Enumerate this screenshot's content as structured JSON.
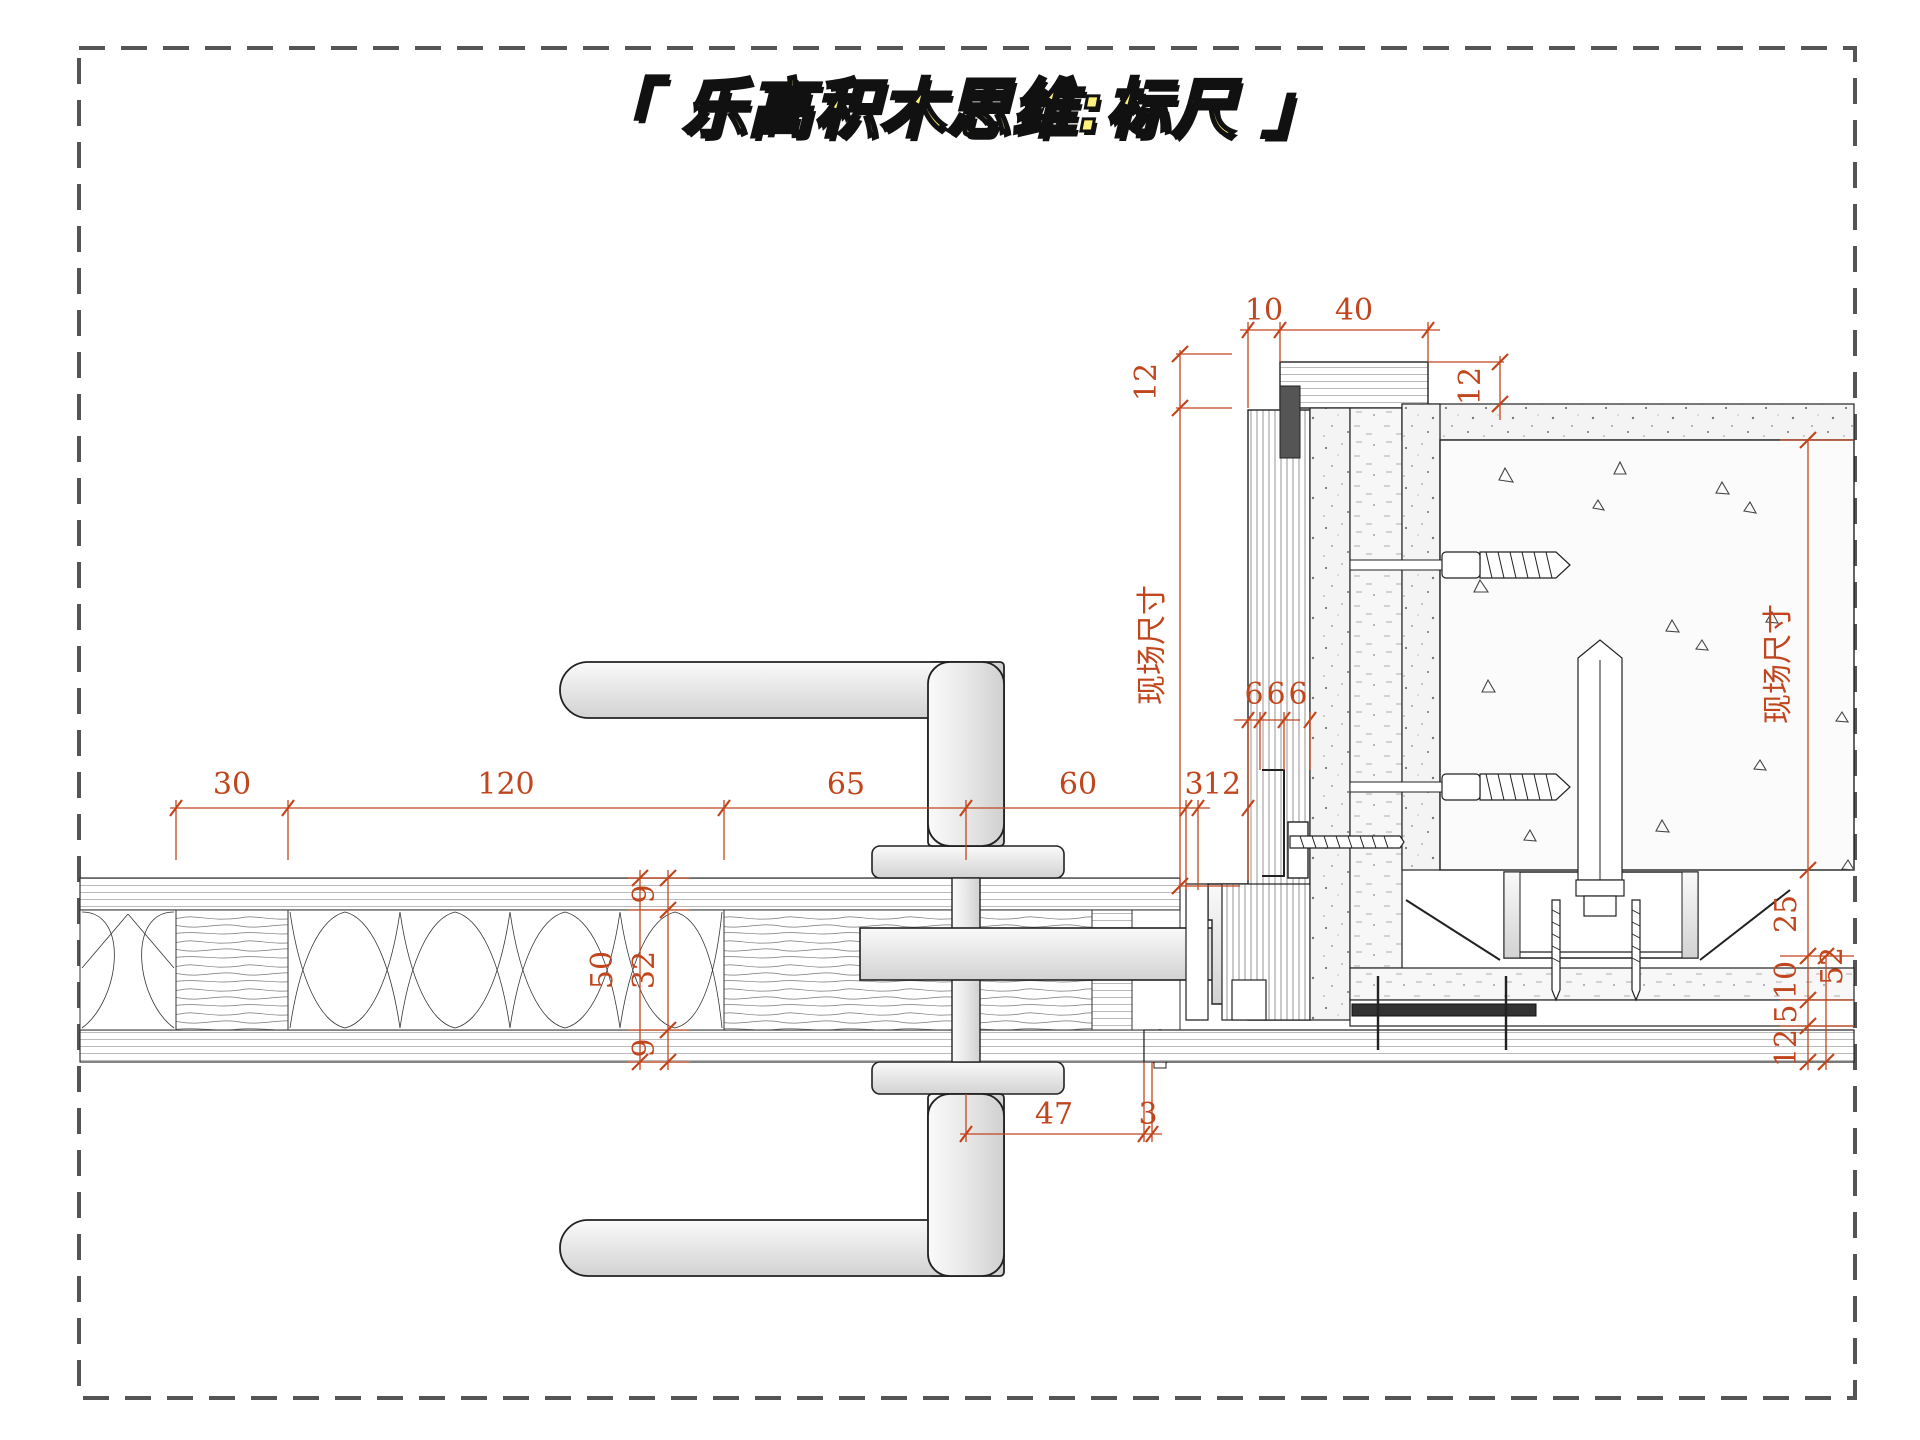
{
  "title": "「 乐高积木思维:标尺 」",
  "dimensions": {
    "top_10": "10",
    "top_40": "40",
    "left_12": "12",
    "right_12": "12",
    "field_left": "现场尺寸",
    "field_right": "现场尺寸",
    "d6a": "6",
    "d6b": "6",
    "d6c": "6",
    "d30": "30",
    "d120": "120",
    "d65": "65",
    "d60": "60",
    "d3": "3",
    "d12b": "12",
    "d9_top": "9",
    "d50": "50",
    "d32": "32",
    "d9_bottom": "9",
    "d47": "47",
    "d3_bottom": "3",
    "d25": "25",
    "d52": "52",
    "d10_right": "10",
    "d5_right": "5",
    "d12_right": "12"
  },
  "colors": {
    "dimension": "#c1461d",
    "title_fill": "#fff27a",
    "frame": "#555555"
  }
}
